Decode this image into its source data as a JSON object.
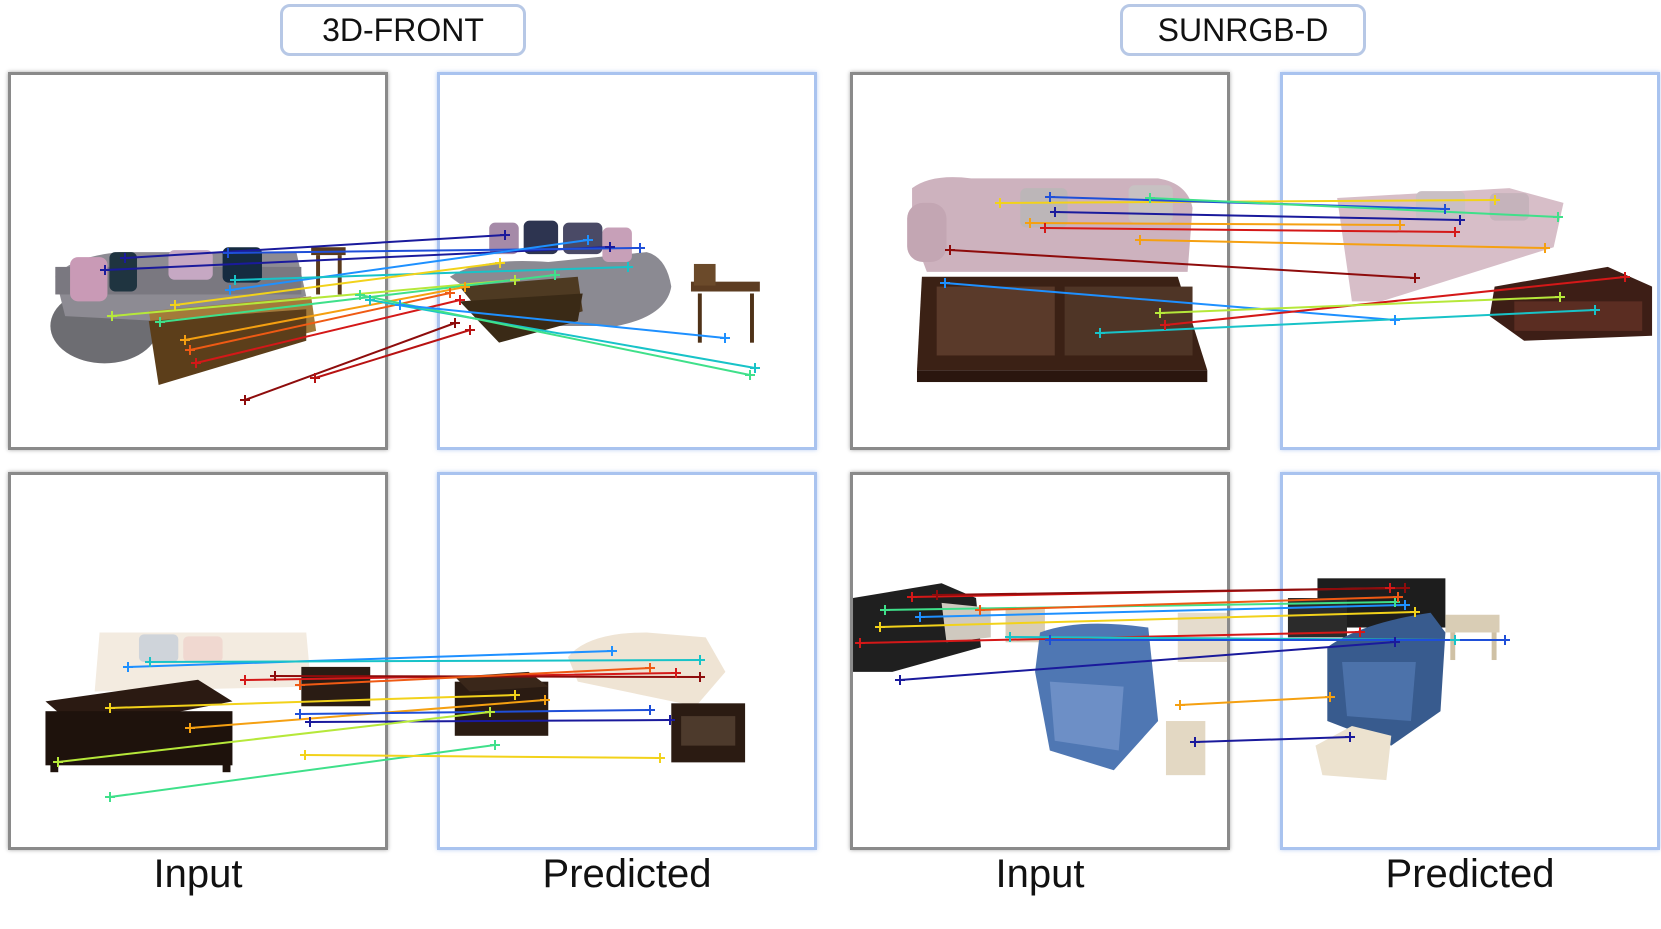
{
  "groups": [
    {
      "label": "3D-FRONT"
    },
    {
      "label": "SUNRGB-D"
    }
  ],
  "captions": {
    "input_left": "Input",
    "predicted_left": "Predicted",
    "input_right": "Input",
    "predicted_right": "Predicted"
  },
  "colors": {
    "input_border": "#8a8a8a",
    "predicted_border": "#a9c3ef",
    "tag_border": "#b7c8e6",
    "match_palette": [
      "#1a1a9c",
      "#1f4fd8",
      "#1e90ff",
      "#18c3c8",
      "#3fe08a",
      "#b6e83a",
      "#f2d21a",
      "#f5a011",
      "#ef5a14",
      "#d41818",
      "#8e0c0c"
    ]
  },
  "icons": [
    "correspondence-cross-marker"
  ]
}
